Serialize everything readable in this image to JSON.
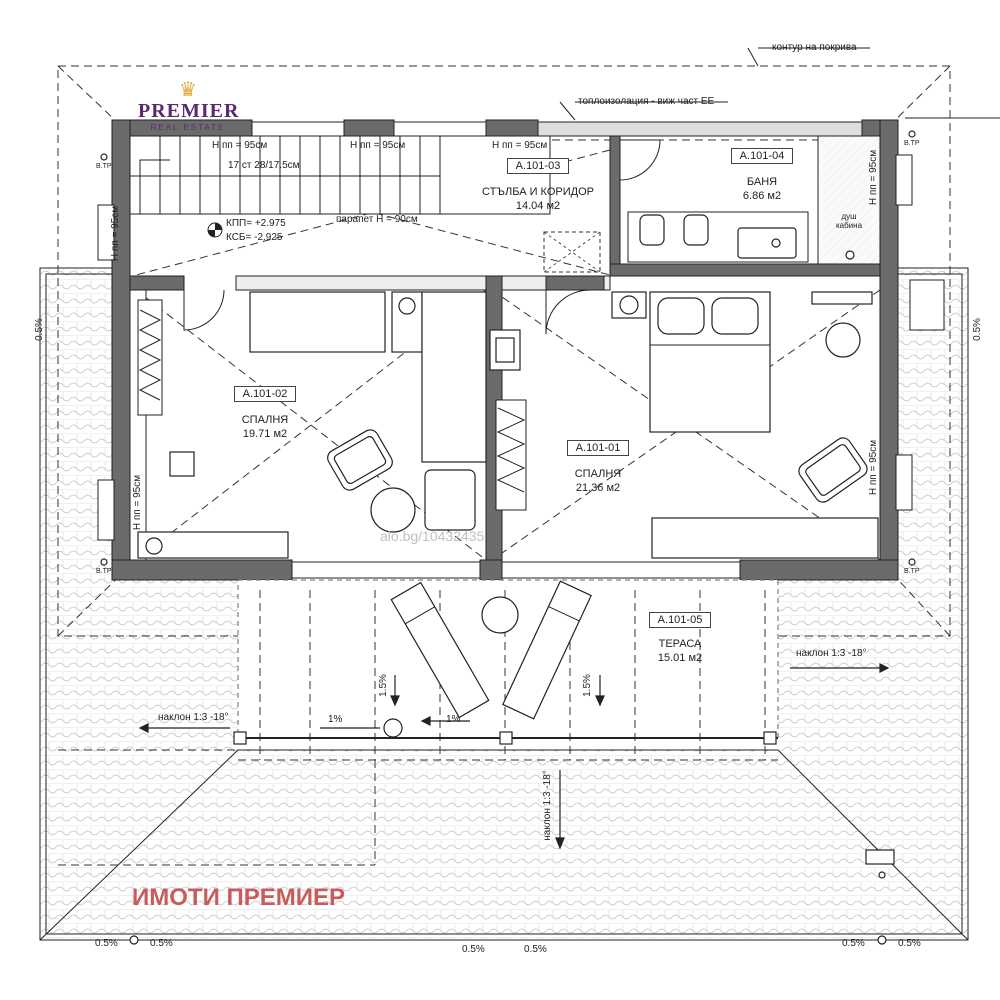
{
  "logo": {
    "name": "PREMIER",
    "subtitle": "REAL ESTATE"
  },
  "annotations": {
    "roof_outline": "контур на покрива",
    "insulation": "топлоизолация - виж част ЕЕ",
    "stairs_note": "17 ст 28/17.5см",
    "kpp": "КПП= +2.975",
    "ksb": "КСБ= -2.925",
    "parapet": "парапет H = 90см",
    "h95": "H пп = 95см",
    "btr": "В.ТР",
    "shower": "душ кабина",
    "slope_roof": "наклон 1:3 -18°",
    "slope_pct_05": "0.5%",
    "slope_pct_1": "1%",
    "slope_pct_15": "1.5%"
  },
  "rooms": [
    {
      "code": "A.101-03",
      "name": "СТЪЛБА И КОРИДОР",
      "area": "14.04 м2"
    },
    {
      "code": "A.101-04",
      "name": "БАНЯ",
      "area": "6.86 м2"
    },
    {
      "code": "A.101-02",
      "name": "СПАЛНЯ",
      "area": "19.71 м2"
    },
    {
      "code": "A.101-01",
      "name": "СПАЛНЯ",
      "area": "21.36 м2"
    },
    {
      "code": "A.101-05",
      "name": "ТЕРАСА",
      "area": "15.01 м2"
    }
  ],
  "watermarks": {
    "alo": "alo.bg/10432435",
    "agency": "ИМОТИ ПРЕМИЕР"
  },
  "colors": {
    "wall": "#6b6b6b",
    "logo": "#5b2a6e",
    "watermark": "#c95b5b",
    "crown": "#e0a83a"
  }
}
